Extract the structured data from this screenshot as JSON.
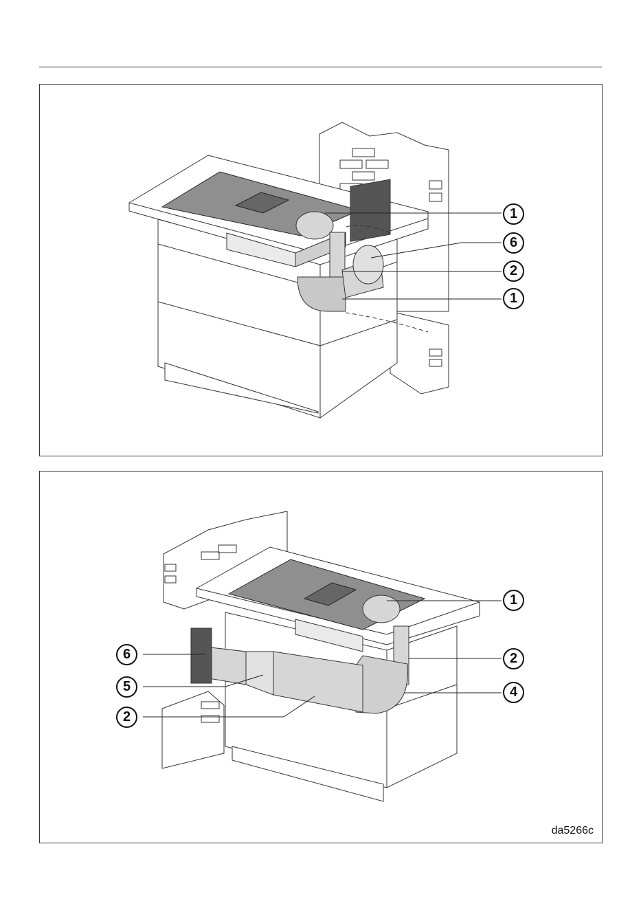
{
  "figure_code": "da5266c",
  "panel_top": {
    "callouts": [
      {
        "id": "top-1a",
        "number": "1"
      },
      {
        "id": "top-6",
        "number": "6"
      },
      {
        "id": "top-2",
        "number": "2"
      },
      {
        "id": "top-1b",
        "number": "1"
      }
    ]
  },
  "panel_bottom": {
    "callouts": [
      {
        "id": "bot-1",
        "number": "1"
      },
      {
        "id": "bot-2r",
        "number": "2"
      },
      {
        "id": "bot-4",
        "number": "4"
      },
      {
        "id": "bot-6",
        "number": "6"
      },
      {
        "id": "bot-5",
        "number": "5"
      },
      {
        "id": "bot-2l",
        "number": "2"
      }
    ]
  },
  "colors": {
    "line": "#333333",
    "hob": "#8f8f8f",
    "duct": "#d6d6d6",
    "duct_dark": "#b5b5b5"
  }
}
